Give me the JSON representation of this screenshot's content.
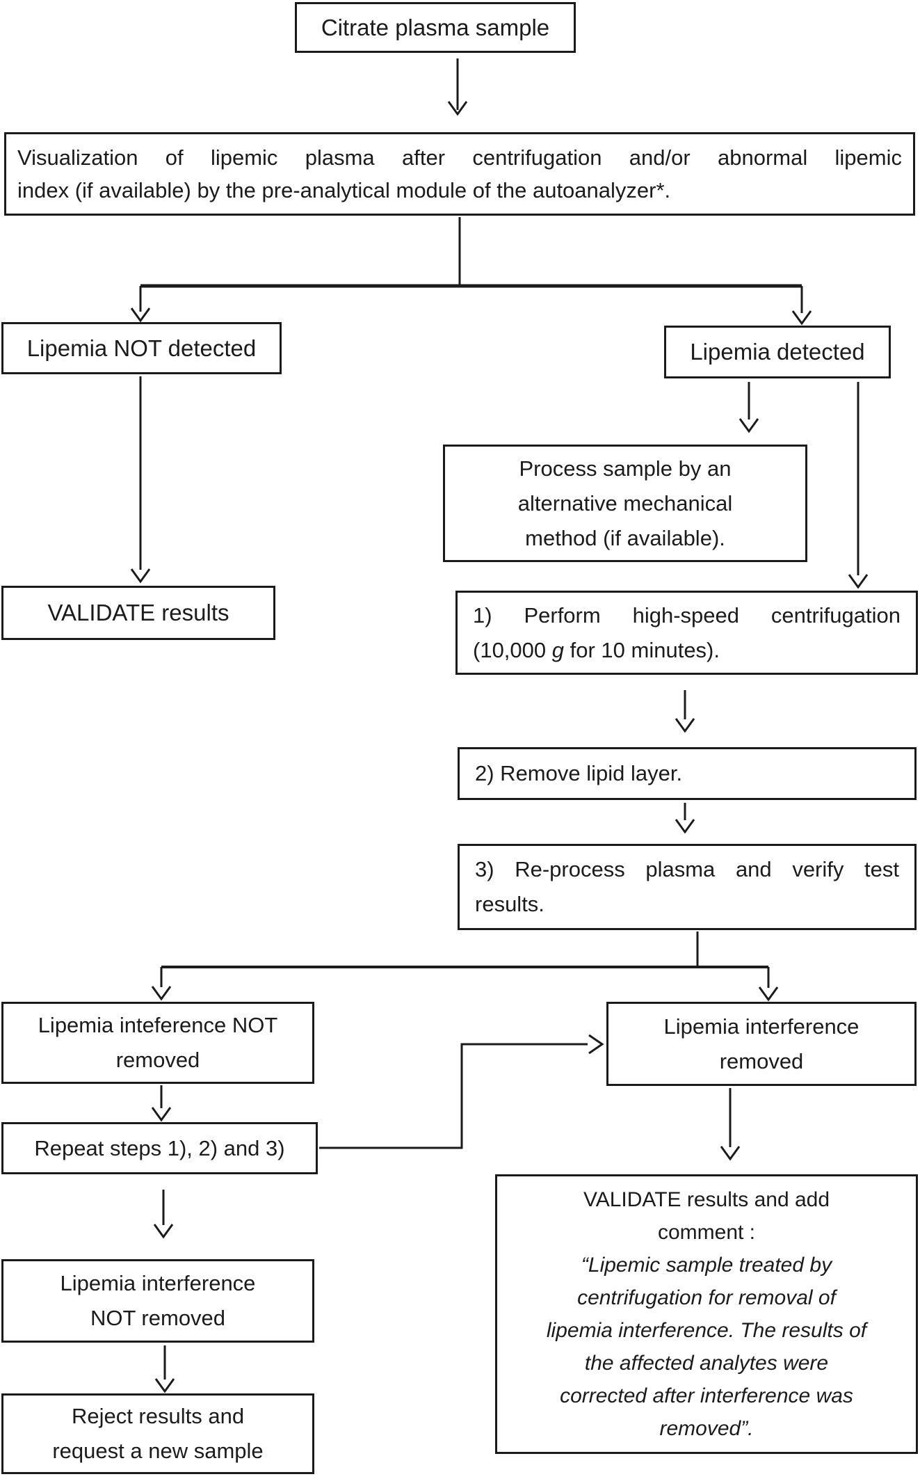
{
  "colors": {
    "ink": "#1b1b1b",
    "background": "#ffffff"
  },
  "flow": {
    "citrate": "Citrate plasma sample",
    "visualization_l1": "Visualization of lipemic plasma after centrifugation and/or abnormal lipemic",
    "visualization_l2": "index (if available) by the pre-analytical module of the autoanalyzer*.",
    "lipemia_not_detected": "Lipemia NOT detected",
    "lipemia_detected": "Lipemia detected",
    "process_l1": "Process sample by an",
    "process_l2": "alternative mechanical",
    "process_l3": "method (if available).",
    "validate_results": "VALIDATE results",
    "step1_l1": "1) Perform high-speed centrifugation",
    "step1_l2a": "(10,000 ",
    "step1_l2b": "g",
    "step1_l2c": " for 10 minutes).",
    "step2": "2) Remove lipid layer.",
    "step3_l1": "3) Re-process plasma and verify test",
    "step3_l2": "results.",
    "interference_not_removed_1_l1": "Lipemia inteference NOT",
    "interference_not_removed_1_l2": "removed",
    "interference_removed_l1": "Lipemia interference",
    "interference_removed_l2": "removed",
    "repeat_steps": "Repeat steps 1), 2) and 3)",
    "interference_not_removed_2_l1": "Lipemia interference",
    "interference_not_removed_2_l2": "NOT removed",
    "reject_l1": "Reject results and",
    "reject_l2": "request a new sample",
    "validate_comment_l1": "VALIDATE results and add",
    "validate_comment_l2": "comment :",
    "validate_comment_q1": "“Lipemic sample treated by",
    "validate_comment_q2": "centrifugation for removal of",
    "validate_comment_q3": "lipemia interference. The results of",
    "validate_comment_q4": "the affected analytes were",
    "validate_comment_q5": "corrected after interference was",
    "validate_comment_q6": "removed”."
  }
}
